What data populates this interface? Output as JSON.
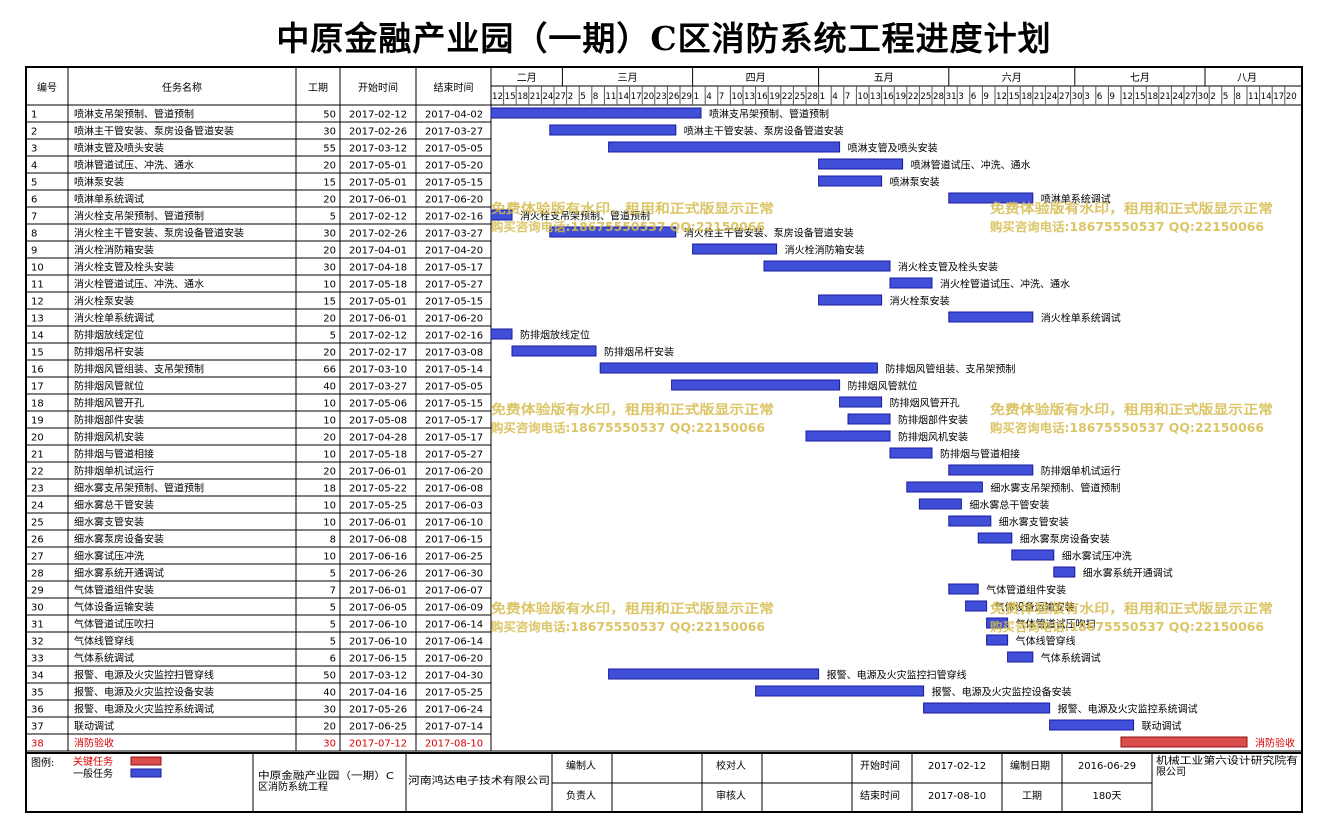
{
  "title": "中原金融产业园（一期）C区消防系统工程进度计划",
  "colors": {
    "normal_fill": "#3f4fd8",
    "normal_stroke": "#1a1aa0",
    "critical_fill": "#d94d4d",
    "critical_stroke": "#9a1010",
    "critical_text": "#d80000"
  },
  "chart_data": {
    "type": "gantt",
    "columns": [
      "编号",
      "任务名称",
      "工期",
      "开始时间",
      "结束时间"
    ],
    "months": [
      {
        "label": "二月",
        "start": "2017-02-12",
        "end": "2017-03-01"
      },
      {
        "label": "三月",
        "start": "2017-03-01",
        "end": "2017-04-01"
      },
      {
        "label": "四月",
        "start": "2017-04-01",
        "end": "2017-05-01"
      },
      {
        "label": "五月",
        "start": "2017-05-01",
        "end": "2017-06-01"
      },
      {
        "label": "六月",
        "start": "2017-06-01",
        "end": "2017-07-01"
      },
      {
        "label": "七月",
        "start": "2017-07-01",
        "end": "2017-08-01"
      },
      {
        "label": "八月",
        "start": "2017-08-01",
        "end": "2017-08-21"
      }
    ],
    "date_ticks": [
      {
        "date": "2017-02-12",
        "label": "12"
      },
      {
        "date": "2017-02-15",
        "label": "15"
      },
      {
        "date": "2017-02-18",
        "label": "18"
      },
      {
        "date": "2017-02-21",
        "label": "21"
      },
      {
        "date": "2017-02-24",
        "label": "24"
      },
      {
        "date": "2017-02-27",
        "label": "27"
      },
      {
        "date": "2017-03-02",
        "label": "2"
      },
      {
        "date": "2017-03-05",
        "label": "5"
      },
      {
        "date": "2017-03-08",
        "label": "8"
      },
      {
        "date": "2017-03-11",
        "label": "11"
      },
      {
        "date": "2017-03-14",
        "label": "14"
      },
      {
        "date": "2017-03-17",
        "label": "17"
      },
      {
        "date": "2017-03-20",
        "label": "20"
      },
      {
        "date": "2017-03-23",
        "label": "23"
      },
      {
        "date": "2017-03-26",
        "label": "26"
      },
      {
        "date": "2017-03-29",
        "label": "29"
      },
      {
        "date": "2017-04-01",
        "label": "1"
      },
      {
        "date": "2017-04-04",
        "label": "4"
      },
      {
        "date": "2017-04-07",
        "label": "7"
      },
      {
        "date": "2017-04-10",
        "label": "10"
      },
      {
        "date": "2017-04-13",
        "label": "13"
      },
      {
        "date": "2017-04-16",
        "label": "16"
      },
      {
        "date": "2017-04-19",
        "label": "19"
      },
      {
        "date": "2017-04-22",
        "label": "22"
      },
      {
        "date": "2017-04-25",
        "label": "25"
      },
      {
        "date": "2017-04-28",
        "label": "28"
      },
      {
        "date": "2017-05-01",
        "label": "1"
      },
      {
        "date": "2017-05-04",
        "label": "4"
      },
      {
        "date": "2017-05-07",
        "label": "7"
      },
      {
        "date": "2017-05-10",
        "label": "10"
      },
      {
        "date": "2017-05-13",
        "label": "13"
      },
      {
        "date": "2017-05-16",
        "label": "16"
      },
      {
        "date": "2017-05-19",
        "label": "19"
      },
      {
        "date": "2017-05-22",
        "label": "22"
      },
      {
        "date": "2017-05-25",
        "label": "25"
      },
      {
        "date": "2017-05-28",
        "label": "28"
      },
      {
        "date": "2017-05-31",
        "label": "31"
      },
      {
        "date": "2017-06-03",
        "label": "3"
      },
      {
        "date": "2017-06-06",
        "label": "6"
      },
      {
        "date": "2017-06-09",
        "label": "9"
      },
      {
        "date": "2017-06-12",
        "label": "12"
      },
      {
        "date": "2017-06-15",
        "label": "15"
      },
      {
        "date": "2017-06-18",
        "label": "18"
      },
      {
        "date": "2017-06-21",
        "label": "21"
      },
      {
        "date": "2017-06-24",
        "label": "24"
      },
      {
        "date": "2017-06-27",
        "label": "27"
      },
      {
        "date": "2017-06-30",
        "label": "30"
      },
      {
        "date": "2017-07-03",
        "label": "3"
      },
      {
        "date": "2017-07-06",
        "label": "6"
      },
      {
        "date": "2017-07-09",
        "label": "9"
      },
      {
        "date": "2017-07-12",
        "label": "12"
      },
      {
        "date": "2017-07-15",
        "label": "15"
      },
      {
        "date": "2017-07-18",
        "label": "18"
      },
      {
        "date": "2017-07-21",
        "label": "21"
      },
      {
        "date": "2017-07-24",
        "label": "24"
      },
      {
        "date": "2017-07-27",
        "label": "27"
      },
      {
        "date": "2017-07-30",
        "label": "30"
      },
      {
        "date": "2017-08-02",
        "label": "2"
      },
      {
        "date": "2017-08-05",
        "label": "5"
      },
      {
        "date": "2017-08-08",
        "label": "8"
      },
      {
        "date": "2017-08-11",
        "label": "11"
      },
      {
        "date": "2017-08-14",
        "label": "14"
      },
      {
        "date": "2017-08-17",
        "label": "17"
      },
      {
        "date": "2017-08-20",
        "label": "20"
      }
    ],
    "tasks": [
      {
        "id": "1",
        "name": "喷淋支吊架预制、管道预制",
        "duration": "50",
        "start": "2017-02-12",
        "end": "2017-04-02",
        "critical": false
      },
      {
        "id": "2",
        "name": "喷淋主干管安装、泵房设备管道安装",
        "duration": "30",
        "start": "2017-02-26",
        "end": "2017-03-27",
        "critical": false
      },
      {
        "id": "3",
        "name": "喷淋支管及喷头安装",
        "duration": "55",
        "start": "2017-03-12",
        "end": "2017-05-05",
        "critical": false
      },
      {
        "id": "4",
        "name": "喷淋管道试压、冲洗、通水",
        "duration": "20",
        "start": "2017-05-01",
        "end": "2017-05-20",
        "critical": false
      },
      {
        "id": "5",
        "name": "喷淋泵安装",
        "duration": "15",
        "start": "2017-05-01",
        "end": "2017-05-15",
        "critical": false
      },
      {
        "id": "6",
        "name": "喷淋单系统调试",
        "duration": "20",
        "start": "2017-06-01",
        "end": "2017-06-20",
        "critical": false
      },
      {
        "id": "7",
        "name": "消火栓支吊架预制、管道预制",
        "duration": "5",
        "start": "2017-02-12",
        "end": "2017-02-16",
        "critical": false
      },
      {
        "id": "8",
        "name": "消火栓主干管安装、泵房设备管道安装",
        "duration": "30",
        "start": "2017-02-26",
        "end": "2017-03-27",
        "critical": false
      },
      {
        "id": "9",
        "name": "消火栓消防箱安装",
        "duration": "20",
        "start": "2017-04-01",
        "end": "2017-04-20",
        "critical": false
      },
      {
        "id": "10",
        "name": "消火栓支管及栓头安装",
        "duration": "30",
        "start": "2017-04-18",
        "end": "2017-05-17",
        "critical": false
      },
      {
        "id": "11",
        "name": "消火栓管道试压、冲洗、通水",
        "duration": "10",
        "start": "2017-05-18",
        "end": "2017-05-27",
        "critical": false
      },
      {
        "id": "12",
        "name": "消火栓泵安装",
        "duration": "15",
        "start": "2017-05-01",
        "end": "2017-05-15",
        "critical": false
      },
      {
        "id": "13",
        "name": "消火栓单系统调试",
        "duration": "20",
        "start": "2017-06-01",
        "end": "2017-06-20",
        "critical": false
      },
      {
        "id": "14",
        "name": "防排烟放线定位",
        "duration": "5",
        "start": "2017-02-12",
        "end": "2017-02-16",
        "critical": false
      },
      {
        "id": "15",
        "name": "防排烟吊杆安装",
        "duration": "20",
        "start": "2017-02-17",
        "end": "2017-03-08",
        "critical": false
      },
      {
        "id": "16",
        "name": "防排烟风管组装、支吊架预制",
        "duration": "66",
        "start": "2017-03-10",
        "end": "2017-05-14",
        "critical": false
      },
      {
        "id": "17",
        "name": "防排烟风管就位",
        "duration": "40",
        "start": "2017-03-27",
        "end": "2017-05-05",
        "critical": false
      },
      {
        "id": "18",
        "name": "防排烟风管开孔",
        "duration": "10",
        "start": "2017-05-06",
        "end": "2017-05-15",
        "critical": false
      },
      {
        "id": "19",
        "name": "防排烟部件安装",
        "duration": "10",
        "start": "2017-05-08",
        "end": "2017-05-17",
        "critical": false
      },
      {
        "id": "20",
        "name": "防排烟风机安装",
        "duration": "20",
        "start": "2017-04-28",
        "end": "2017-05-17",
        "critical": false
      },
      {
        "id": "21",
        "name": "防排烟与管道相接",
        "duration": "10",
        "start": "2017-05-18",
        "end": "2017-05-27",
        "critical": false
      },
      {
        "id": "22",
        "name": "防排烟单机试运行",
        "duration": "20",
        "start": "2017-06-01",
        "end": "2017-06-20",
        "critical": false
      },
      {
        "id": "23",
        "name": "细水雾支吊架预制、管道预制",
        "duration": "18",
        "start": "2017-05-22",
        "end": "2017-06-08",
        "critical": false
      },
      {
        "id": "24",
        "name": "细水雾总干管安装",
        "duration": "10",
        "start": "2017-05-25",
        "end": "2017-06-03",
        "critical": false
      },
      {
        "id": "25",
        "name": "细水雾支管安装",
        "duration": "10",
        "start": "2017-06-01",
        "end": "2017-06-10",
        "critical": false
      },
      {
        "id": "26",
        "name": "细水雾泵房设备安装",
        "duration": "8",
        "start": "2017-06-08",
        "end": "2017-06-15",
        "critical": false
      },
      {
        "id": "27",
        "name": "细水雾试压冲洗",
        "duration": "10",
        "start": "2017-06-16",
        "end": "2017-06-25",
        "critical": false
      },
      {
        "id": "28",
        "name": "细水雾系统开通调试",
        "duration": "5",
        "start": "2017-06-26",
        "end": "2017-06-30",
        "critical": false
      },
      {
        "id": "29",
        "name": "气体管道组件安装",
        "duration": "7",
        "start": "2017-06-01",
        "end": "2017-06-07",
        "critical": false
      },
      {
        "id": "30",
        "name": "气体设备运输安装",
        "duration": "5",
        "start": "2017-06-05",
        "end": "2017-06-09",
        "critical": false
      },
      {
        "id": "31",
        "name": "气体管道试压吹扫",
        "duration": "5",
        "start": "2017-06-10",
        "end": "2017-06-14",
        "critical": false
      },
      {
        "id": "32",
        "name": "气体线管穿线",
        "duration": "5",
        "start": "2017-06-10",
        "end": "2017-06-14",
        "critical": false
      },
      {
        "id": "33",
        "name": "气体系统调试",
        "duration": "6",
        "start": "2017-06-15",
        "end": "2017-06-20",
        "critical": false
      },
      {
        "id": "34",
        "name": "报警、电源及火灾监控扫管穿线",
        "duration": "50",
        "start": "2017-03-12",
        "end": "2017-04-30",
        "critical": false
      },
      {
        "id": "35",
        "name": "报警、电源及火灾监控设备安装",
        "duration": "40",
        "start": "2017-04-16",
        "end": "2017-05-25",
        "critical": false
      },
      {
        "id": "36",
        "name": "报警、电源及火灾监控系统调试",
        "duration": "30",
        "start": "2017-05-26",
        "end": "2017-06-24",
        "critical": false
      },
      {
        "id": "37",
        "name": "联动调试",
        "duration": "20",
        "start": "2017-06-25",
        "end": "2017-07-14",
        "critical": false
      },
      {
        "id": "38",
        "name": "消防验收",
        "duration": "30",
        "start": "2017-07-12",
        "end": "2017-08-10",
        "critical": true
      }
    ],
    "legend": [
      {
        "label": "关键任务",
        "type": "critical"
      },
      {
        "label": "一般任务",
        "type": "normal"
      }
    ]
  },
  "watermark": {
    "line1": "免费体验版有水印，租用和正式版显示正常",
    "line2": "购买咨询电话:18675550537 QQ:22150066"
  },
  "footer": {
    "legend_label": "图例:",
    "project_name": "中原金融产业园（一期）C区消防系统工程",
    "company": "河南鸿达电子技术有限公司",
    "compiler_label": "编制人",
    "checker_label": "校对人",
    "responsible_label": "负责人",
    "reviewer_label": "审核人",
    "start_label": "开始时间",
    "start_value": "2017-02-12",
    "end_label": "结束时间",
    "end_value": "2017-08-10",
    "date_label": "编制日期",
    "date_value": "2016-06-29",
    "duration_label": "工期",
    "duration_value": "180天",
    "design_institute": "机械工业第六设计研究院有限公司"
  }
}
